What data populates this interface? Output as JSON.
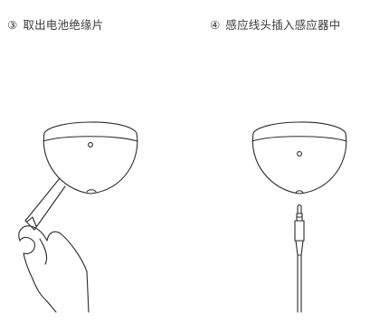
{
  "steps": [
    {
      "number": "③",
      "text": "取出电池绝缘片"
    },
    {
      "number": "④",
      "text": "感应线头插入感应器中"
    }
  ]
}
